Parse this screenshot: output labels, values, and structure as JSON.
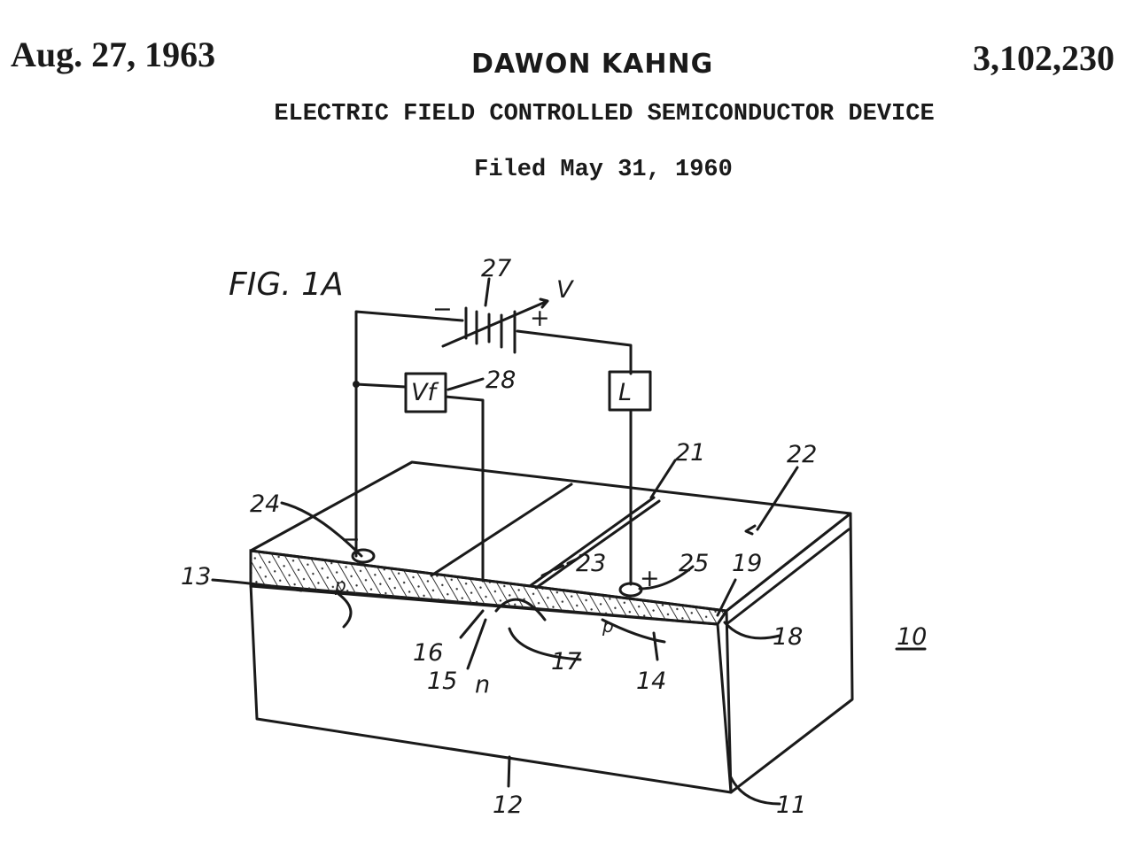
{
  "header": {
    "date": "Aug. 27, 1963",
    "inventor": "DAWON KAHNG",
    "patent_number": "3,102,230",
    "title": "ELECTRIC FIELD CONTROLLED SEMICONDUCTOR DEVICE",
    "filed": "Filed May 31, 1960"
  },
  "figure": {
    "label": "FIG. 1A",
    "vf_box": "Vf",
    "load_box": "L",
    "battery_minus": "−",
    "battery_plus": "+",
    "voltage": "V",
    "electrode_minus": "−",
    "electrode_plus": "+",
    "region_p1": "p",
    "region_p2": "p",
    "region_n": "n",
    "refs": {
      "r10": "10",
      "r11": "11",
      "r12": "12",
      "r13": "13",
      "r14": "14",
      "r15": "15",
      "r16": "16",
      "r17": "17",
      "r18": "18",
      "r19": "19",
      "r21": "21",
      "r22": "22",
      "r23": "23",
      "r24": "24",
      "r25": "25",
      "r27": "27",
      "r28": "28"
    }
  }
}
